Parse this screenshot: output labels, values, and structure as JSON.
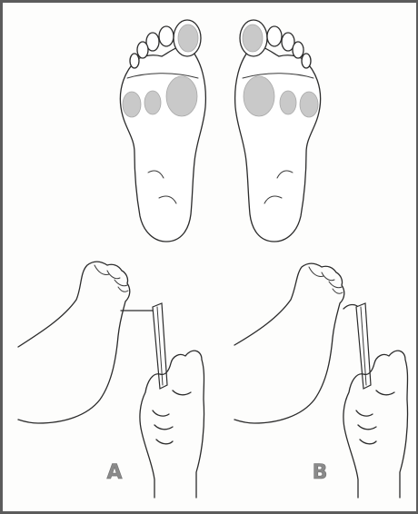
{
  "figure": {
    "panels": [
      {
        "id": "A",
        "label": "A"
      },
      {
        "id": "B",
        "label": "B"
      }
    ],
    "colors": {
      "frame": "#5c5c5c",
      "test_site_fill": "#c9c9c9",
      "line": "#2b2b2b",
      "label": "#8a8a8a"
    }
  }
}
